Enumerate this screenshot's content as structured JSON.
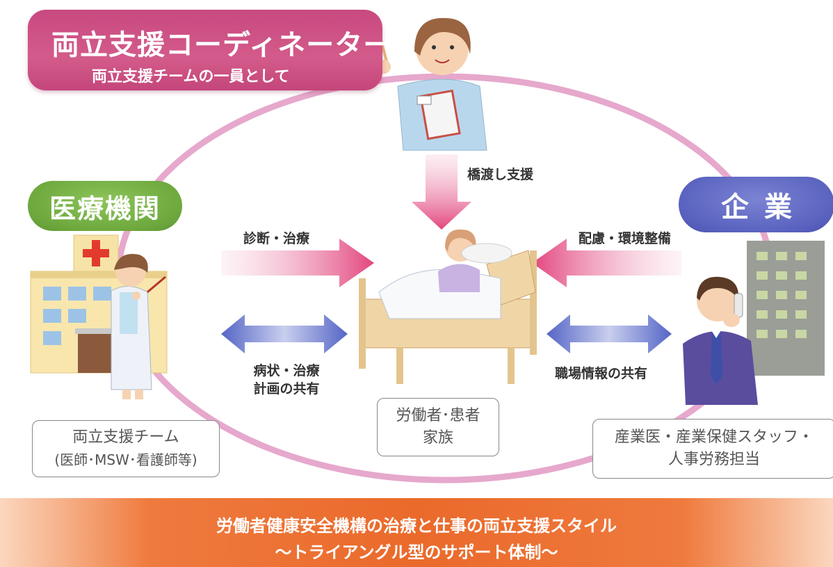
{
  "coordinator": {
    "title": "両立支援コーディネーター",
    "subtitle": "両立支援チームの一員として"
  },
  "nodes": {
    "medical": {
      "label": "医療機関"
    },
    "company": {
      "label": "企業"
    }
  },
  "arrows": {
    "bridge": "橋渡し支援",
    "diagnosis": "診断・治療",
    "consideration": "配慮・環境整備",
    "symptom_line1": "病状・治療",
    "symptom_line2": "計画の共有",
    "workplace_info": "職場情報の共有"
  },
  "boxes": {
    "team_line1": "両立支援チーム",
    "team_line2": "(医師･MSW･看護師等)",
    "worker_line1": "労働者･患者",
    "worker_line2": "家族",
    "occ_line1": "産業医・産業保健スタッフ・",
    "occ_line2": "人事労務担当"
  },
  "banner": {
    "line1": "労働者健康安全機構の治療と仕事の両立支援スタイル",
    "line2": "～トライアングル型のサポート体制～"
  },
  "icons": {
    "hospital": "hospital-building-icon",
    "doctor": "doctor-with-pointer-icon",
    "nurse": "nurse-with-clipboard-icon",
    "patient": "patient-in-bed-icon",
    "office": "office-building-icon",
    "businessman": "businessman-on-phone-icon"
  },
  "colors": {
    "coordinator": "#c8497f",
    "ring": "#e6a8cc",
    "medical": "#6ea93e",
    "company": "#5a63bf",
    "pink_arrow": "#e2457e",
    "blue_arrow": "#5565c6",
    "banner": "#ea6a2b"
  }
}
